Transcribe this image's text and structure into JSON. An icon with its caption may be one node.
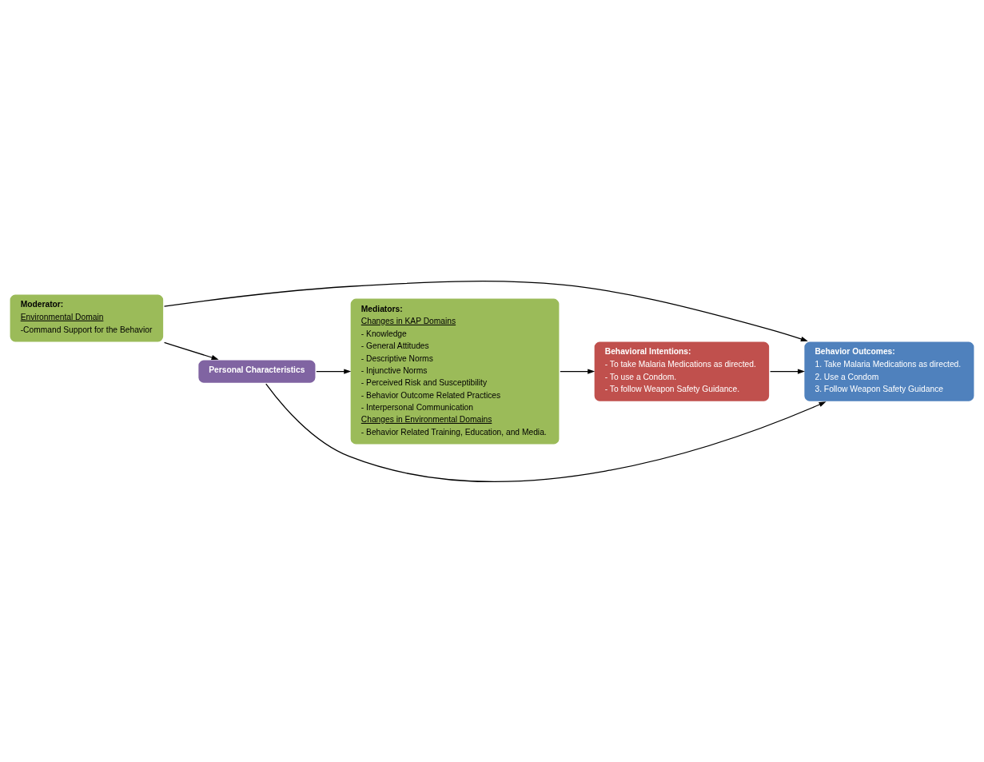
{
  "diagram": {
    "nodes": [
      {
        "text": [
          "Mediators:",
          "Changes in KAP Domains",
          "- Knowledge",
          "- General Attitudes",
          "- Descriptive Norms",
          "- Injunctive Norms",
          "- Perceived Risk and Susceptibility",
          "- Behavior Outcome Related Practices",
          "- Interpersonal Communication",
          "Changes in Environmental Domains",
          "- Behavior Related Training, Education, and Media."
        ]
      },
      {
        "text": [
          "Behavioral Intentions:",
          "- To take Malaria Medications as directed.",
          "- To use a Condom.",
          "- To follow Weapon Safety Guidance."
        ]
      },
      {
        "text": [
          "Behavior Outcomes:",
          "1. Take Malaria Medications as directed.",
          "2. Use a Condom",
          "3. Follow Weapon Safety Guidance"
        ]
      },
      {
        "text": [
          "Personal Characteristics"
        ]
      },
      {
        "text": [
          "Moderator:",
          "Environmental Domain",
          "-Command Support for the Behavior"
        ]
      }
    ],
    "edges": [
      {
        "from": 3,
        "to": 0,
        "arrow": "to"
      },
      {
        "from": 0,
        "to": 1,
        "arrow": "to"
      },
      {
        "from": 1,
        "to": 2,
        "arrow": "to"
      },
      {
        "from": 3,
        "to": 2,
        "arrow": "to"
      },
      {
        "from": 4,
        "to": 3,
        "arrow": "to"
      },
      {
        "from": 4,
        "to": 2,
        "arrow": "to"
      }
    ]
  }
}
